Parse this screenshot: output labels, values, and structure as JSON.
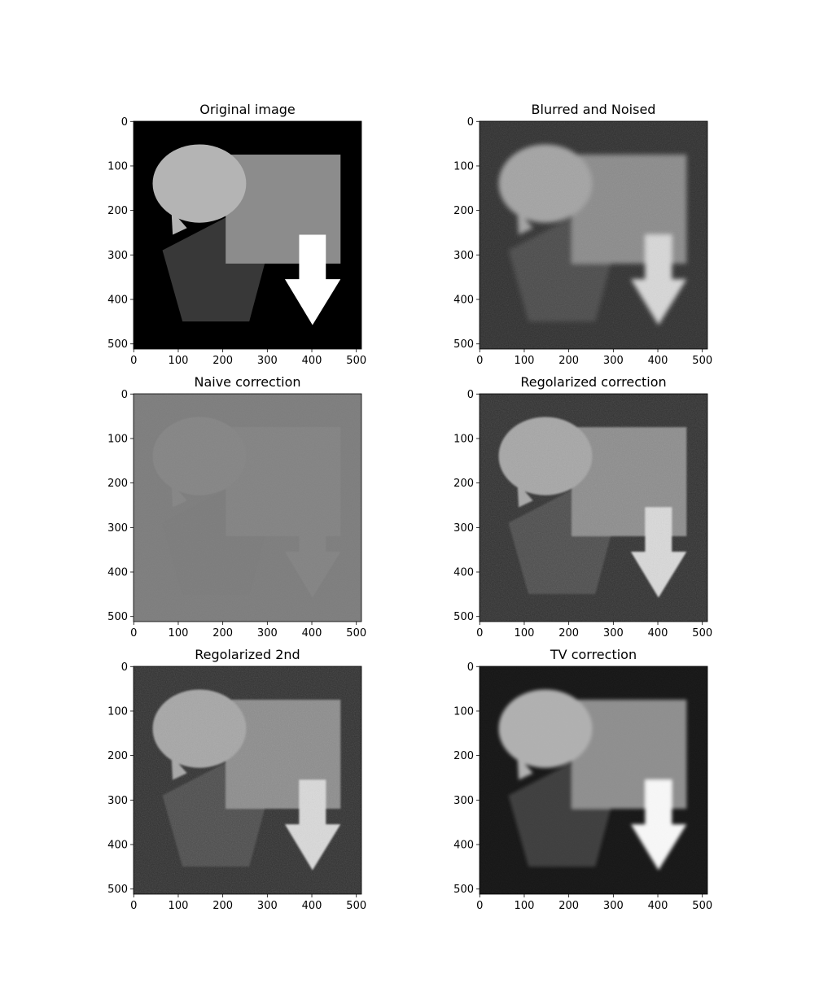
{
  "figure": {
    "panels": [
      {
        "title": "Original image",
        "variant": "original",
        "background": "#000000",
        "ellipse": "#b4b4b4",
        "rect": "#8c8c8c",
        "pent": "#383838",
        "arrow": "#ffffff",
        "noise": 0,
        "blur": 0
      },
      {
        "title": "Blurred and Noised",
        "variant": "blurred",
        "background": "#2e2e2e",
        "ellipse": "#a3a3a3",
        "rect": "#8a8a8a",
        "pent": "#4a4a4a",
        "arrow": "#d8d8d8",
        "noise": 0.18,
        "blur": 3
      },
      {
        "title": "Naive correction",
        "variant": "naive",
        "background": "#7d7d7d",
        "ellipse": "#858585",
        "rect": "#838383",
        "pent": "#7b7b7b",
        "arrow": "#838383",
        "noise": 0.08,
        "blur": 0.5
      },
      {
        "title": "Regolarized correction",
        "variant": "regularized",
        "background": "#2f2f2f",
        "ellipse": "#a6a6a6",
        "rect": "#8c8c8c",
        "pent": "#4c4c4c",
        "arrow": "#dadada",
        "noise": 0.22,
        "blur": 1
      },
      {
        "title": "Regolarized 2nd",
        "variant": "regularized2",
        "background": "#2f2f2f",
        "ellipse": "#a6a6a6",
        "rect": "#8c8c8c",
        "pent": "#4c4c4c",
        "arrow": "#dadada",
        "noise": 0.22,
        "blur": 1
      },
      {
        "title": "TV correction",
        "variant": "tv",
        "background": "#151515",
        "ellipse": "#b0b0b0",
        "rect": "#8e8e8e",
        "pent": "#3e3e3e",
        "arrow": "#f8f8f8",
        "noise": 0.06,
        "blur": 2
      }
    ],
    "y_ticks": [
      "0",
      "100",
      "200",
      "300",
      "400",
      "500"
    ],
    "x_ticks": [
      "0",
      "100",
      "200",
      "300",
      "400",
      "500"
    ]
  }
}
